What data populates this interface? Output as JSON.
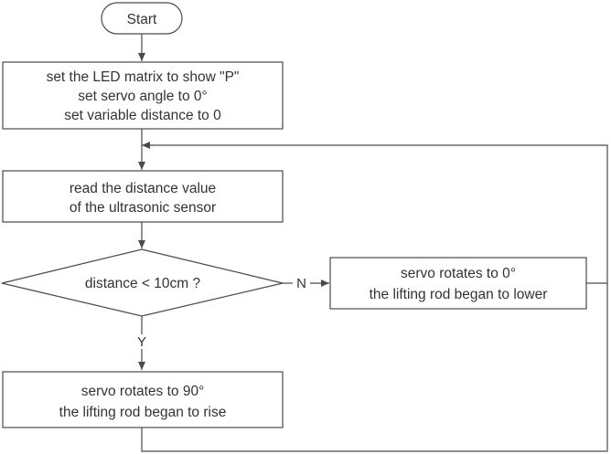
{
  "nodes": {
    "start": {
      "label": "Start"
    },
    "init": {
      "lines": [
        "set the LED matrix to show \"P\"",
        "set servo angle to 0°",
        "set variable distance to 0"
      ]
    },
    "read": {
      "lines": [
        "read the distance value",
        "of the ultrasonic sensor"
      ]
    },
    "decision": {
      "label": "distance < 10cm ?"
    },
    "lower": {
      "lines": [
        "servo rotates to 0°",
        "the lifting rod began to lower"
      ]
    },
    "rise": {
      "lines": [
        "servo rotates to 90°",
        "the lifting rod began to rise"
      ]
    }
  },
  "edges": {
    "no_label": "N",
    "yes_label": "Y"
  },
  "colors": {
    "stroke": "#4a4a4a",
    "text": "#333333",
    "background": "#ffffff"
  }
}
